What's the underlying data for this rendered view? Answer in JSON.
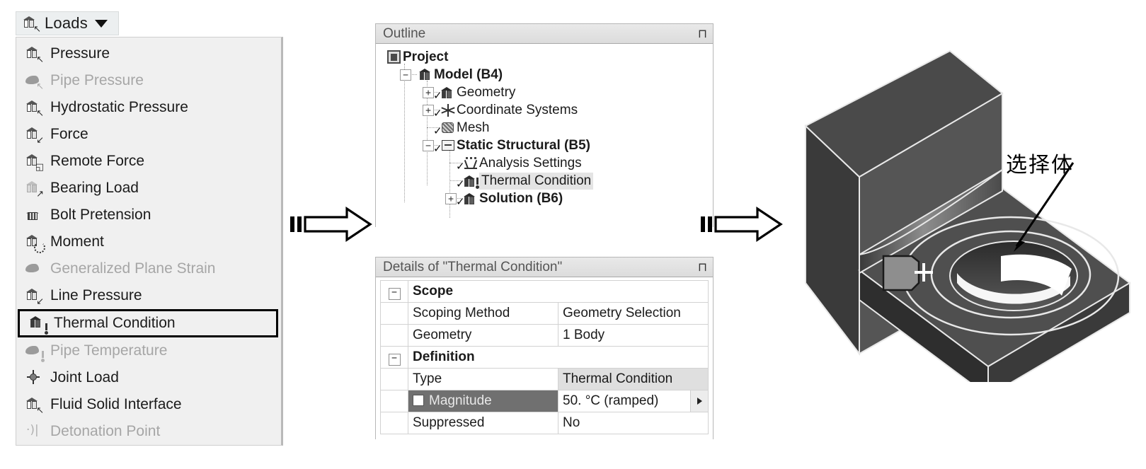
{
  "toolbar": {
    "loads_button_label": "Loads",
    "loads_icon": "cube-cursor-icon",
    "caret_icon": "chevron-down-icon"
  },
  "loads_menu": {
    "items": [
      {
        "label": "Pressure",
        "icon": "cube-cursor-icon",
        "enabled": true,
        "selected": false
      },
      {
        "label": "Pipe Pressure",
        "icon": "pipe-cursor-icon",
        "enabled": false,
        "selected": false
      },
      {
        "label": "Hydrostatic Pressure",
        "icon": "cube-cursor-icon",
        "enabled": true,
        "selected": false
      },
      {
        "label": "Force",
        "icon": "cube-arrow-icon",
        "enabled": true,
        "selected": false
      },
      {
        "label": "Remote Force",
        "icon": "cube-remote-icon",
        "enabled": true,
        "selected": false
      },
      {
        "label": "Bearing Load",
        "icon": "bearing-icon",
        "enabled": true,
        "selected": false
      },
      {
        "label": "Bolt Pretension",
        "icon": "bolt-icon",
        "enabled": true,
        "selected": false
      },
      {
        "label": "Moment",
        "icon": "cube-moment-icon",
        "enabled": true,
        "selected": false
      },
      {
        "label": "Generalized Plane Strain",
        "icon": "plane-strain-icon",
        "enabled": false,
        "selected": false
      },
      {
        "label": "Line Pressure",
        "icon": "cube-arrow-icon",
        "enabled": true,
        "selected": false
      },
      {
        "label": "Thermal Condition",
        "icon": "cube-thermo-icon",
        "enabled": true,
        "selected": true
      },
      {
        "label": "Pipe Temperature",
        "icon": "pipe-thermo-icon",
        "enabled": false,
        "selected": false
      },
      {
        "label": "Joint Load",
        "icon": "joint-load-icon",
        "enabled": true,
        "selected": false
      },
      {
        "label": "Fluid Solid Interface",
        "icon": "cube-cursor-icon",
        "enabled": true,
        "selected": false
      },
      {
        "label": "Detonation Point",
        "icon": "detonation-icon",
        "enabled": false,
        "selected": false
      }
    ]
  },
  "outline_panel": {
    "title": "Outline",
    "pin_icon": "pin-icon",
    "tree": [
      {
        "label": "Project",
        "bold": true,
        "depth": 0,
        "expander": "",
        "icon": "project-icon",
        "selected": false,
        "check": false
      },
      {
        "label": "Model (B4)",
        "bold": true,
        "depth": 1,
        "expander": "−",
        "icon": "model-cube-icon",
        "selected": false,
        "check": false
      },
      {
        "label": "Geometry",
        "bold": false,
        "depth": 2,
        "expander": "+",
        "icon": "geometry-icon",
        "selected": false,
        "check": true
      },
      {
        "label": "Coordinate Systems",
        "bold": false,
        "depth": 2,
        "expander": "+",
        "icon": "axes-icon",
        "selected": false,
        "check": true
      },
      {
        "label": "Mesh",
        "bold": false,
        "depth": 2,
        "expander": "",
        "icon": "mesh-icon",
        "selected": false,
        "check": true
      },
      {
        "label": "Static Structural (B5)",
        "bold": true,
        "depth": 2,
        "expander": "−",
        "icon": "folder-icon",
        "selected": false,
        "check": true
      },
      {
        "label": "Analysis Settings",
        "bold": false,
        "depth": 3,
        "expander": "",
        "icon": "analysis-icon",
        "selected": false,
        "check": true
      },
      {
        "label": "Thermal Condition",
        "bold": false,
        "depth": 3,
        "expander": "",
        "icon": "cube-thermo-icon",
        "selected": true,
        "check": true
      },
      {
        "label": "Solution (B6)",
        "bold": true,
        "depth": 3,
        "expander": "+",
        "icon": "solution-icon",
        "selected": false,
        "check": true
      }
    ]
  },
  "details_panel": {
    "title": "Details of \"Thermal Condition\"",
    "pin_icon": "pin-icon",
    "rows": [
      {
        "kind": "group",
        "expander": "−",
        "key": "Scope",
        "value": ""
      },
      {
        "kind": "field",
        "expander": "",
        "key": "Scoping Method",
        "value": "Geometry Selection"
      },
      {
        "kind": "field",
        "expander": "",
        "key": "Geometry",
        "value": "1 Body"
      },
      {
        "kind": "group",
        "expander": "−",
        "key": "Definition",
        "value": ""
      },
      {
        "kind": "readonly",
        "expander": "",
        "key": "Type",
        "value": "Thermal Condition"
      },
      {
        "kind": "magnitude",
        "expander": "",
        "key": "Magnitude",
        "value": "50. °C  (ramped)",
        "has_spinner": true,
        "checkbox": false
      },
      {
        "kind": "field",
        "expander": "",
        "key": "Suppressed",
        "value": "No"
      }
    ]
  },
  "model_view": {
    "callout_label": "选择体",
    "leader_icon": "leader-line-arrow-icon",
    "body_icon": "bracket-3d-model",
    "selected_face_icon": "selected-body-highlight",
    "cursor_icon": "crosshair-cursor-icon"
  },
  "flow": {
    "arrow1_icon": "flow-arrow-right-icon",
    "arrow2_icon": "flow-arrow-right-icon"
  },
  "colors": {
    "menu_bg": "#f0f0f0",
    "disabled_text": "#a6a6a6",
    "selection_border": "#000000",
    "panel_header_bg": "#e2e2e2",
    "magnitude_key_bg": "#707070",
    "readonly_value_bg": "#dfdfdf",
    "tree_selection_bg": "#e4e4e4"
  }
}
